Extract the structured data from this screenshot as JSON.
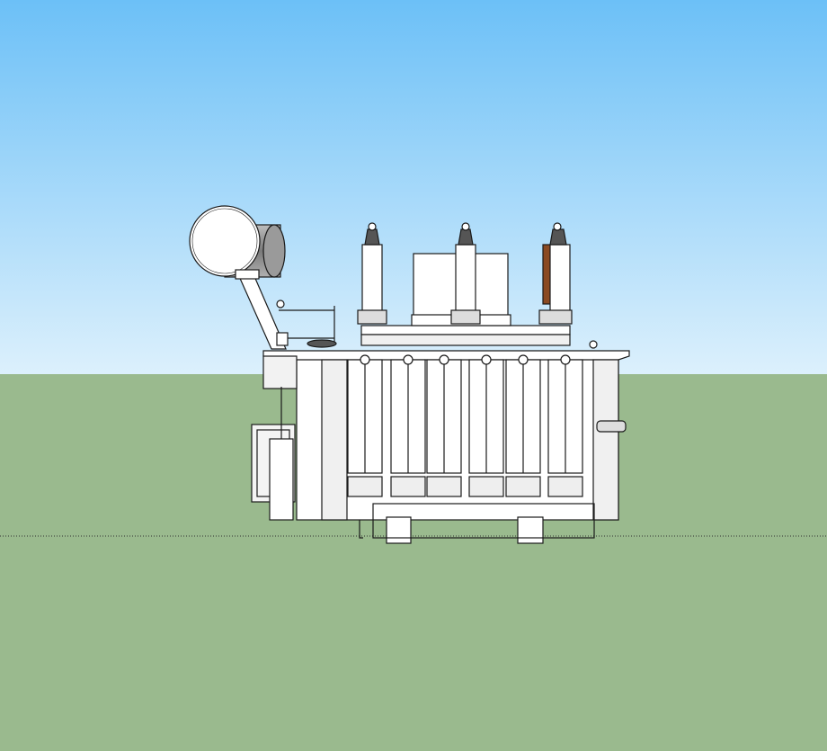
{
  "scene": {
    "colors": {
      "sky_top": "#6cc0f7",
      "sky_horizon": "#dcf0fc",
      "ground": "#9aba8e",
      "model_fill": "#ffffff",
      "model_shade": "#e4e4e4",
      "edge": "#1a1a1a",
      "bushing_accent": "#8a4a22"
    },
    "model": "power-transformer",
    "radiator_count": 6,
    "bushing_count": 3
  }
}
